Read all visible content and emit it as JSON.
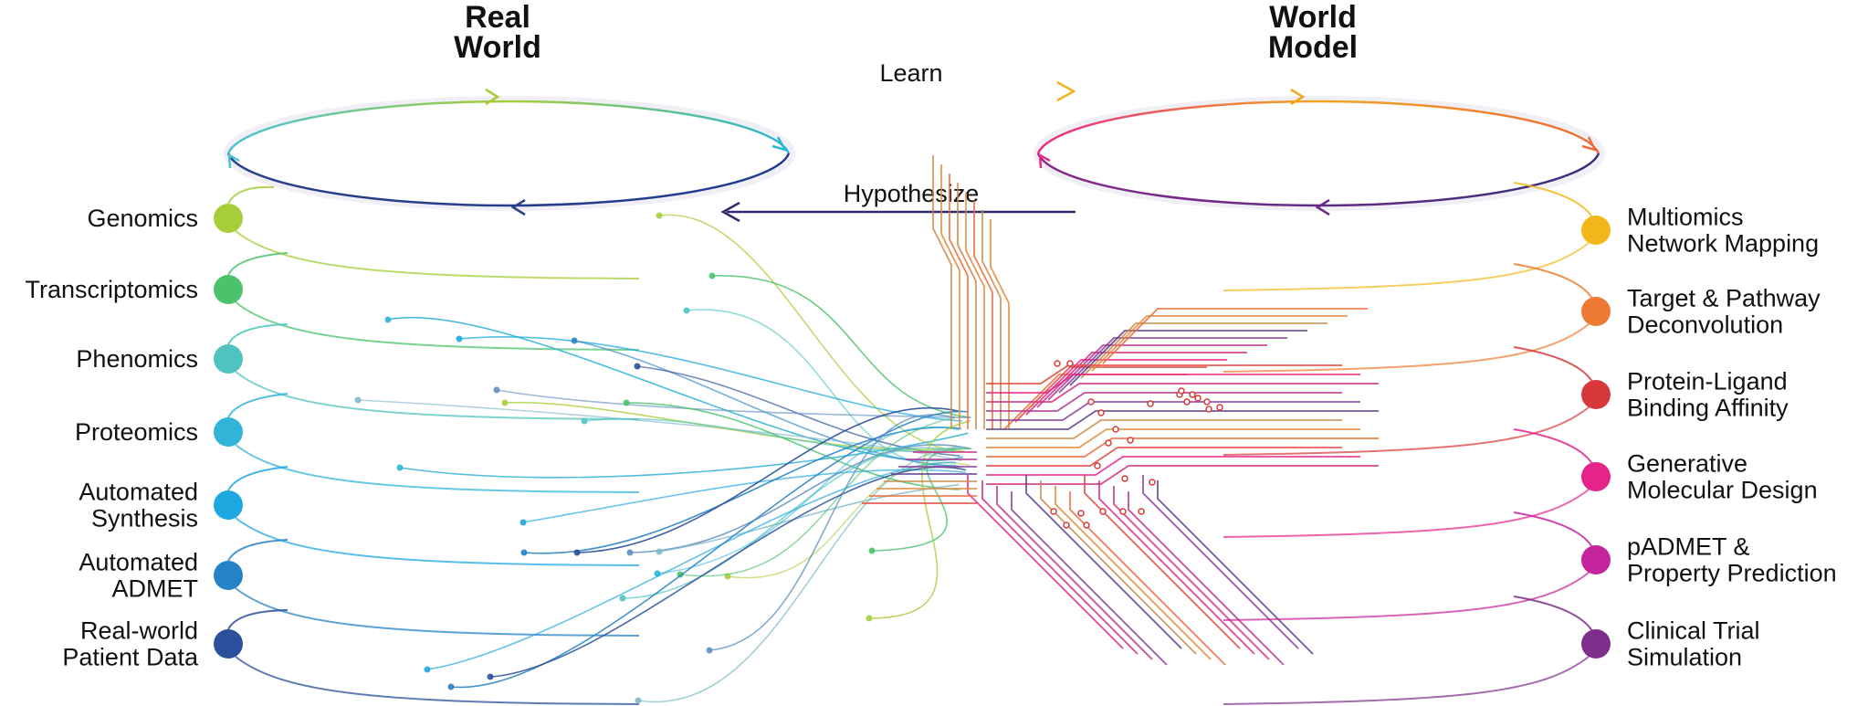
{
  "titles": {
    "left": [
      "Real",
      "World"
    ],
    "right": [
      "World",
      "Model"
    ]
  },
  "arrows": {
    "learn": {
      "label": "Learn",
      "color": "#e7b51c",
      "start_color": "#9fcc3a"
    },
    "hypothesize": {
      "label": "Hypothesize",
      "color": "#2f2a6b"
    }
  },
  "left_nodes": [
    {
      "lines": [
        "Genomics"
      ],
      "color": "#a6ce39"
    },
    {
      "lines": [
        "Transcriptomics"
      ],
      "color": "#4cc26d"
    },
    {
      "lines": [
        "Phenomics"
      ],
      "color": "#4fc3c0"
    },
    {
      "lines": [
        "Proteomics"
      ],
      "color": "#31b4d8"
    },
    {
      "lines": [
        "Automated",
        "Synthesis"
      ],
      "color": "#1ea8e0"
    },
    {
      "lines": [
        "Automated",
        "ADMET"
      ],
      "color": "#2682c6"
    },
    {
      "lines": [
        "Real-world",
        "Patient Data"
      ],
      "color": "#2b4f9a"
    }
  ],
  "right_nodes": [
    {
      "lines": [
        "Multiomics",
        "Network Mapping"
      ],
      "color": "#f2b81b"
    },
    {
      "lines": [
        "Target & Pathway",
        "Deconvolution"
      ],
      "color": "#ef7a33"
    },
    {
      "lines": [
        "Protein-Ligand",
        "Binding Affinity"
      ],
      "color": "#d9383a"
    },
    {
      "lines": [
        "Generative",
        "Molecular Design"
      ],
      "color": "#e5238a"
    },
    {
      "lines": [
        "pADMET &",
        "Property Prediction"
      ],
      "color": "#c5249c"
    },
    {
      "lines": [
        "Clinical Trial",
        "Simulation"
      ],
      "color": "#7e2e8b"
    }
  ]
}
